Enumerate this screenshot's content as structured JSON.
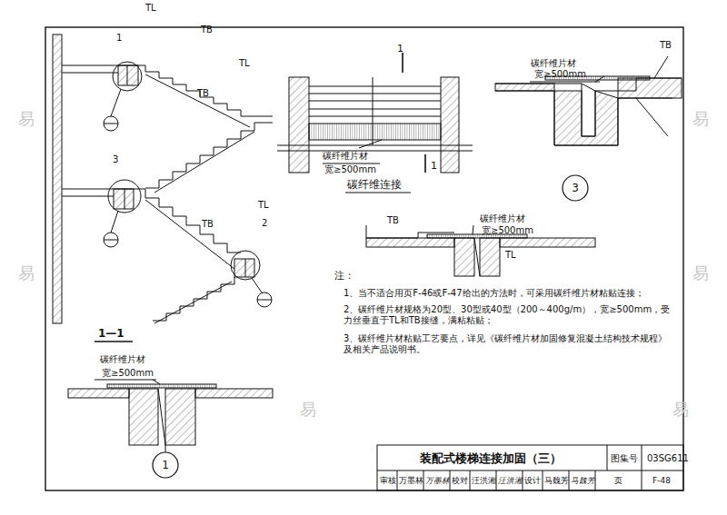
{
  "diagram": {
    "title": "装配式楼梯连接加固（三）",
    "nodes": [
      {
        "text": [
          "3"
        ]
      },
      {
        "text": [
          "1"
        ]
      }
    ],
    "labels": [
      "TL",
      "1",
      "TB",
      "TL",
      "TB",
      "3",
      "TL",
      "TB",
      "2",
      "1—1",
      "1",
      "碳纤维片材",
      "宽≥500mm",
      "1",
      "碳纤维连接",
      "TB",
      "碳纤维片材",
      "宽≥500mm",
      "TB",
      "碳纤维片材",
      "宽≥500mm",
      "TL",
      "注：",
      "1、当不适合用页F-46或F-47给出的方法时，可采用碳纤维片材粘贴连接；",
      "2、碳纤维片材规格为20型、30型或40型（200～400g/m），宽≥500mm，受力丝垂直于TL和TB接缝，满粘粘贴；",
      "3、碳纤维片材粘贴工艺要点，详见《碳纤维片材加固修复混凝土结构技术规程》及相关产品说明书。",
      "碳纤维片材",
      "宽≥500mm",
      "图集号",
      "03SG611",
      "审核",
      "万墨林",
      "万墨林",
      "校对",
      "汪洪湘",
      "汪洪湘",
      "设计",
      "马魏芳",
      "马魏芳",
      "页",
      "F-48",
      "易",
      "易",
      "易",
      "易",
      "易",
      "易"
    ]
  }
}
